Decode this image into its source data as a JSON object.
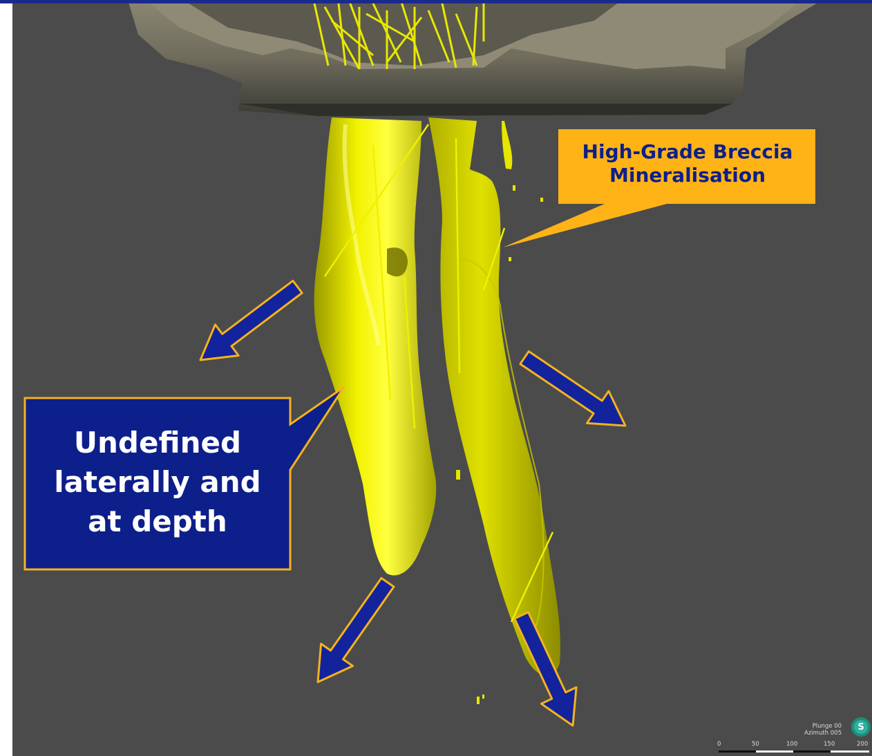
{
  "callouts": {
    "breccia": {
      "line1": "High-Grade Breccia",
      "line2": "Mineralisation"
    },
    "undefined": {
      "line1": "Undefined",
      "line2": "laterally and",
      "line3": "at depth"
    }
  },
  "orientation": {
    "plunge": "Plunge 00",
    "azimuth": "Azimuth 005",
    "compass_letter": "S"
  },
  "scale_bar": {
    "ticks": [
      "0",
      "50",
      "100",
      "150",
      "200"
    ]
  },
  "arrows": [
    {
      "name": "arrow-upper-left",
      "direction": "down-left"
    },
    {
      "name": "arrow-right",
      "direction": "down-right"
    },
    {
      "name": "arrow-lower-left",
      "direction": "down-left"
    },
    {
      "name": "arrow-lower-right",
      "direction": "down-right"
    }
  ],
  "colors": {
    "background": "#4b4b4b",
    "orebody": "#e6e600",
    "callout_orange": "#ffb316",
    "callout_navy": "#0d1f8a",
    "arrow_fill": "#13239c",
    "arrow_outline": "#f5b21e"
  }
}
